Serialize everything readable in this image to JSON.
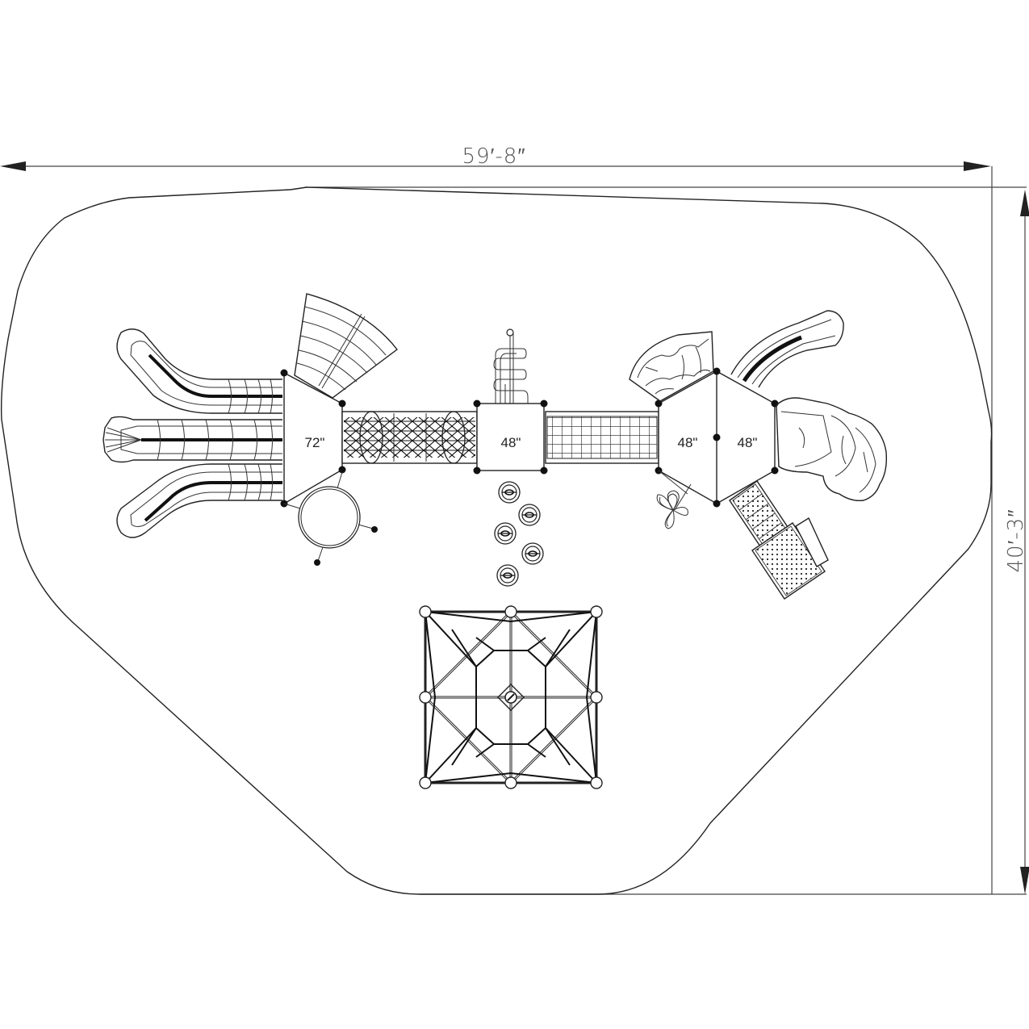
{
  "drawing": {
    "type": "playground site plan (top view)",
    "background": "#ffffff",
    "line_color": "#222222"
  },
  "dimensions": {
    "width_label": "59′-8″",
    "height_label": "40′-3″"
  },
  "decks": [
    {
      "id": "deck-72",
      "label": "72\""
    },
    {
      "id": "deck-48-center",
      "label": "48\""
    },
    {
      "id": "deck-48-hex-left",
      "label": "48\""
    },
    {
      "id": "deck-48-hex-right",
      "label": "48\""
    }
  ],
  "components": {
    "left_slides_count": 3,
    "fan_climber": "curved ladder climber",
    "net_bridge": "net tunnel bridge",
    "grid_bridge": "grid bridge",
    "zigzag_climber": "s-bar climber",
    "stepping_pods_count": 5,
    "ring_climber": "circular ring climber",
    "rock_climber_top": "rock wall",
    "rock_climber_right": "rock boulder climber",
    "right_slide": "curved slide",
    "clover_climber": "clover loop climber",
    "stairs": "perforated stairs with landing",
    "pyramid_net": "pyramid rope net structure"
  }
}
